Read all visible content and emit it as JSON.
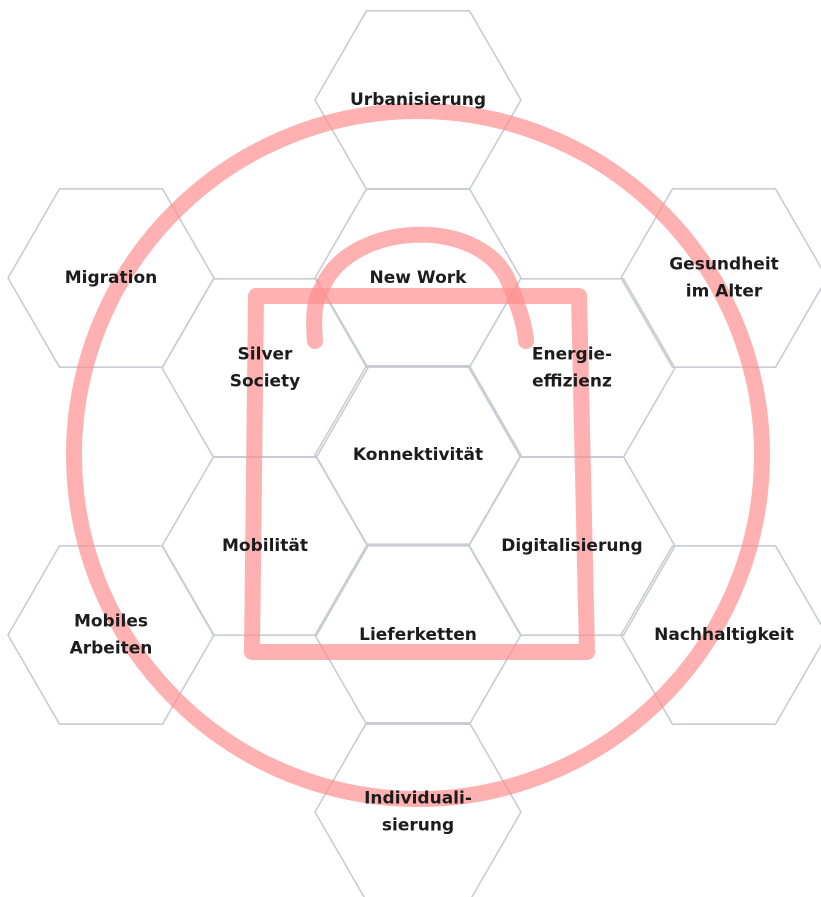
{
  "colors": {
    "hex_outline": "#c9ccd2",
    "overlay": "#ff8c8c",
    "text": "#1c1c1c",
    "background": "#ffffff"
  },
  "overlay_shapes": [
    "circle",
    "shopping-bag"
  ],
  "hexagons": [
    {
      "id": "urbanisierung",
      "lines": [
        "Urbanisierung"
      ]
    },
    {
      "id": "migration",
      "lines": [
        "Migration"
      ]
    },
    {
      "id": "new-work",
      "lines": [
        "New Work"
      ]
    },
    {
      "id": "gesundheit-im-alter",
      "lines": [
        "Gesundheit",
        "im Alter"
      ]
    },
    {
      "id": "silver-society",
      "lines": [
        "Silver",
        "Society"
      ]
    },
    {
      "id": "energieeffizienz",
      "lines": [
        "Energie-",
        "effizienz"
      ]
    },
    {
      "id": "konnektivitaet",
      "lines": [
        "Konnektivität"
      ]
    },
    {
      "id": "mobilitaet",
      "lines": [
        "Mobilität"
      ]
    },
    {
      "id": "digitalisierung",
      "lines": [
        "Digitalisierung"
      ]
    },
    {
      "id": "mobiles-arbeiten",
      "lines": [
        "Mobiles",
        "Arbeiten"
      ]
    },
    {
      "id": "lieferketten",
      "lines": [
        "Lieferketten"
      ]
    },
    {
      "id": "nachhaltigkeit",
      "lines": [
        "Nachhaltigkeit"
      ]
    },
    {
      "id": "individualisierung",
      "lines": [
        "Individuali-",
        "sierung"
      ]
    }
  ]
}
